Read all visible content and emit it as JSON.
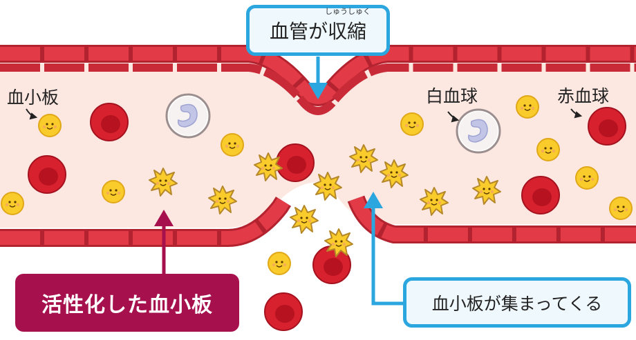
{
  "callouts": {
    "vasoconstriction_main": "血管が",
    "vasoconstriction_kanji": "収縮",
    "vasoconstriction_ruby": "しゅうしゅく",
    "gathering": "血小板が集まってくる",
    "activated": "活性化した血小板"
  },
  "labels": {
    "platelet": "血小板",
    "white_cell": "白血球",
    "red_cell": "赤血球"
  },
  "colors": {
    "vessel_wall": "#e23a47",
    "vessel_wall_dark": "#b3232f",
    "lumen": "#fde7e1",
    "red_cell": "#d8212f",
    "platelet": "#f9cb2b",
    "callout_blue": "#2ba6de",
    "callout_maroon": "#a6104d"
  }
}
